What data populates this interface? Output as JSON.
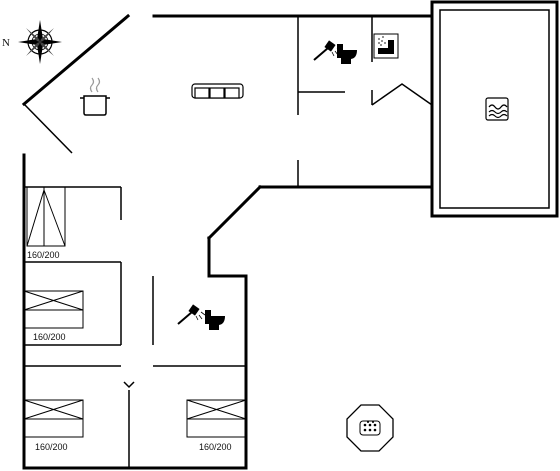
{
  "compass": {
    "north_label": "N"
  },
  "beds": [
    {
      "id": "bed-1",
      "label": "160/200"
    },
    {
      "id": "bed-2",
      "label": "160/200"
    },
    {
      "id": "bed-3",
      "label": "160/200"
    },
    {
      "id": "bed-4",
      "label": "160/200"
    }
  ],
  "icons": {
    "kitchen": "cooking-pot-icon",
    "living": "sofa-icon",
    "bathroom": [
      "shower-icon",
      "toilet-icon"
    ],
    "sauna": "sauna-icon",
    "pool": "pool-icon",
    "spa": "whirlpool-icon"
  }
}
